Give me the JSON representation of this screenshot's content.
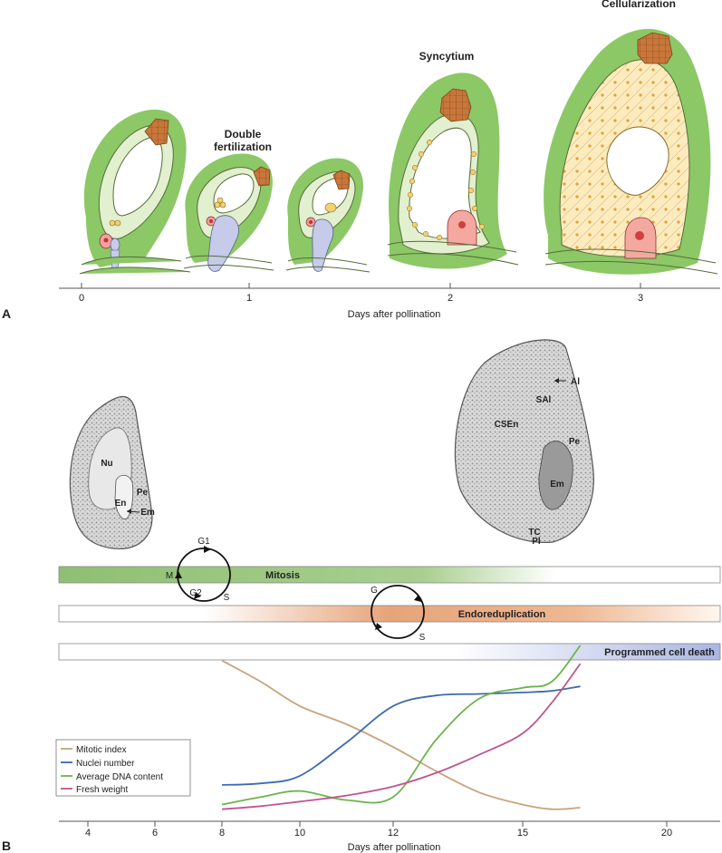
{
  "panel_a": {
    "letter": "A",
    "stage_labels": {
      "double_fertilization_line1": "Double",
      "double_fertilization_line2": "fertilization",
      "syncytium": "Syncytium",
      "cellularization": "Cellularization"
    },
    "axis": {
      "ticks": [
        "0",
        "1",
        "2",
        "3"
      ],
      "title": "Days after pollination"
    }
  },
  "panel_b": {
    "letter": "B",
    "micrograph_early_labels": [
      "Nu",
      "Pe",
      "En",
      "Em"
    ],
    "micrograph_late_labels": [
      "Al",
      "SAl",
      "CSEn",
      "Pe",
      "Em",
      "TC",
      "Pl"
    ],
    "cell_cycle_mitotic": {
      "top": "G1",
      "left": "M",
      "bottom_left": "G2",
      "bottom_right": "S"
    },
    "cell_cycle_endo": {
      "top": "G",
      "bottom": "S"
    },
    "phase_bars": [
      {
        "label": "Mitosis",
        "color": "#8fbf73"
      },
      {
        "label": "Endoreduplication",
        "color": "#e6a47a"
      },
      {
        "label": "Programmed cell death",
        "color": "#b3bfe6"
      }
    ],
    "axis": {
      "ticks": [
        "4",
        "6",
        "8",
        "10",
        "12",
        "15",
        "20"
      ],
      "title": "Days after pollination"
    }
  },
  "chart_data": {
    "type": "line",
    "xlabel": "Days after pollination",
    "x_ticks": [
      "4",
      "6",
      "8",
      "10",
      "12",
      "15",
      "20"
    ],
    "series": [
      {
        "name": "Mitotic index",
        "color": "#c8a37b",
        "x": [
          8,
          9,
          10,
          11,
          12,
          13,
          14,
          15,
          16,
          17
        ],
        "y": [
          100,
          86,
          70,
          58,
          43,
          27,
          13,
          5,
          2,
          3
        ]
      },
      {
        "name": "Nuclei number",
        "color": "#3e69b0",
        "x": [
          8,
          9,
          10,
          11,
          12,
          13,
          14,
          15,
          16,
          17
        ],
        "y": [
          18,
          19,
          24,
          46,
          70,
          77,
          78,
          79,
          80,
          83
        ]
      },
      {
        "name": "Average DNA content",
        "color": "#6bb44a",
        "x": [
          8,
          9,
          10,
          11,
          12,
          13,
          14,
          15,
          16,
          17
        ],
        "y": [
          5,
          10,
          14,
          8,
          10,
          48,
          75,
          82,
          86,
          110
        ]
      },
      {
        "name": "Fresh weight",
        "color": "#c0558f",
        "x": [
          8,
          9,
          10,
          11,
          12,
          13,
          14,
          15,
          16,
          17
        ],
        "y": [
          2,
          4,
          7,
          11,
          17,
          26,
          38,
          52,
          72,
          98
        ]
      }
    ]
  }
}
